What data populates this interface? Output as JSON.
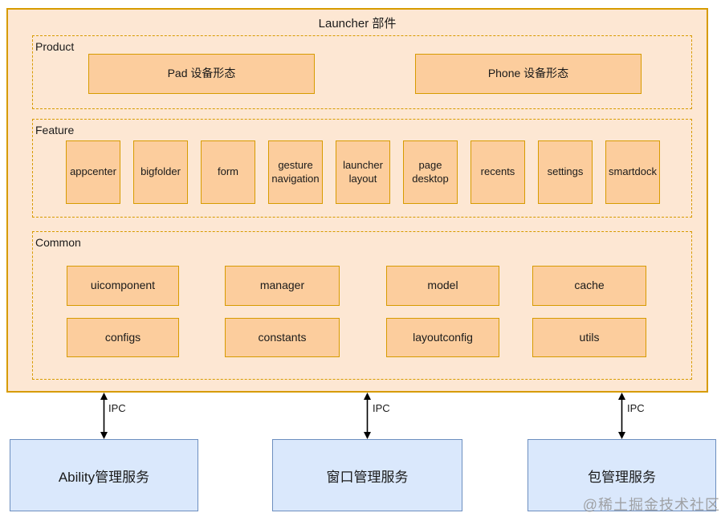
{
  "launcher": {
    "title": "Launcher 部件",
    "product": {
      "label": "Product",
      "items": [
        "Pad 设备形态",
        "Phone 设备形态"
      ]
    },
    "feature": {
      "label": "Feature",
      "items": [
        "appcenter",
        "bigfolder",
        "form",
        "gesture navigation",
        "launcher layout",
        "page desktop",
        "recents",
        "settings",
        "smartdock"
      ]
    },
    "common": {
      "label": "Common",
      "items": [
        "uicomponent",
        "manager",
        "model",
        "cache",
        "configs",
        "constants",
        "layoutconfig",
        "utils"
      ]
    }
  },
  "connections": {
    "ipc_labels": [
      "IPC",
      "IPC",
      "IPC"
    ]
  },
  "services": {
    "items": [
      "Ability管理服务",
      "窗口管理服务",
      "包管理服务"
    ]
  },
  "watermark": "@稀土掘金技术社区",
  "colors": {
    "container_fill": "#fde7d3",
    "container_border": "#d79b00",
    "node_fill": "#fccd9d",
    "node_border": "#d79b00",
    "service_fill": "#dae8fc",
    "service_border": "#6c8ebf",
    "arrow": "#000000",
    "watermark_text": "#969696"
  }
}
